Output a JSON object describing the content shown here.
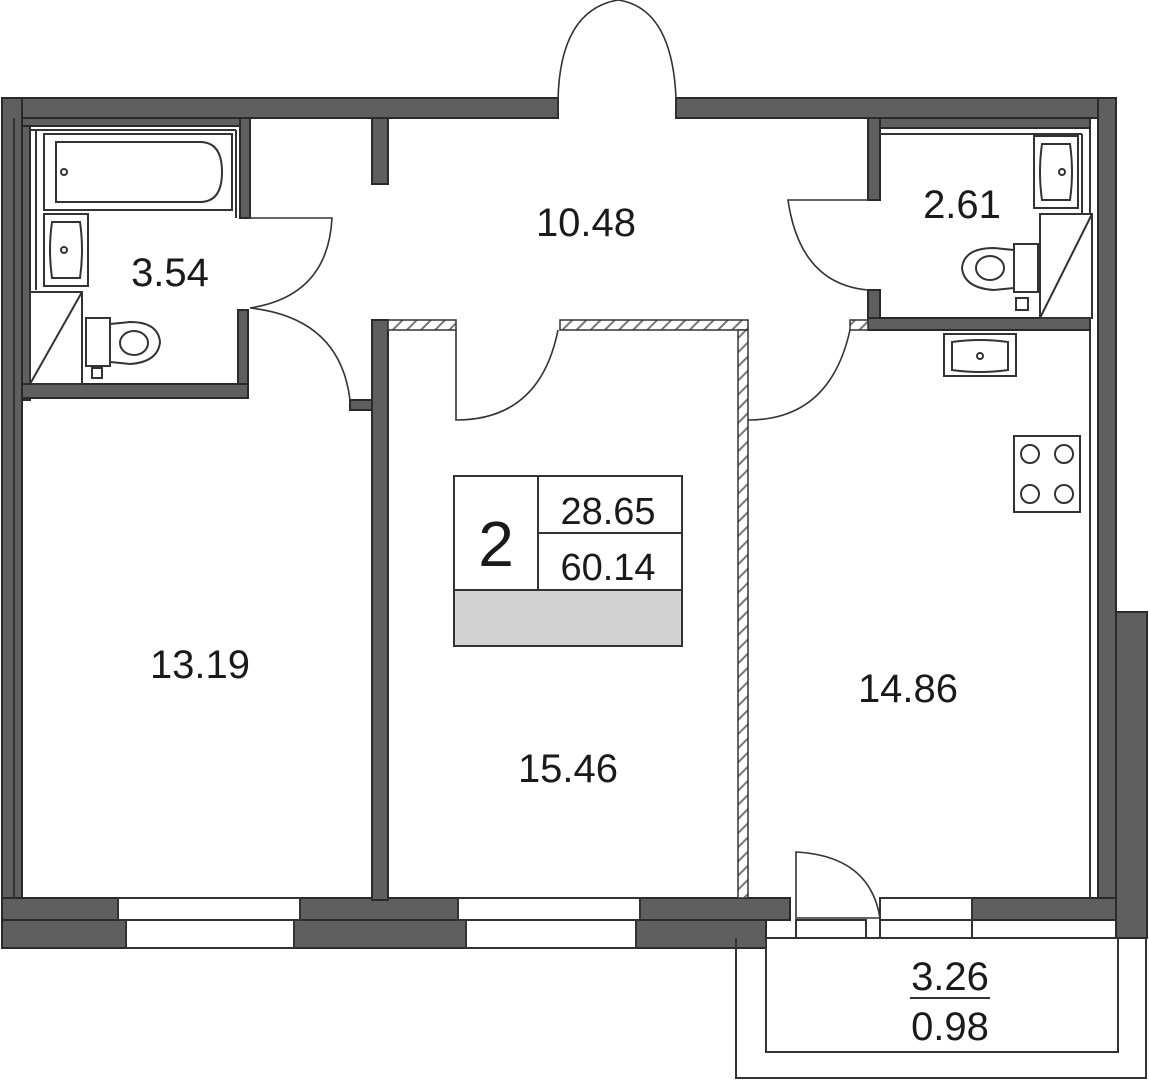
{
  "plan": {
    "rooms": [
      {
        "name": "bathroom",
        "area": "3.54"
      },
      {
        "name": "hallway",
        "area": "10.48"
      },
      {
        "name": "wc",
        "area": "2.61"
      },
      {
        "name": "bedroom-left",
        "area": "13.19"
      },
      {
        "name": "bedroom-center",
        "area": "15.46"
      },
      {
        "name": "kitchen-living",
        "area": "14.86"
      }
    ],
    "balcony": {
      "area_full": "3.26",
      "area_reduced": "0.98"
    },
    "summary": {
      "rooms_count": "2",
      "living_area": "28.65",
      "total_area": "60.14"
    },
    "colors": {
      "wall": "#5f5f5f",
      "line": "#333333",
      "summary_band": "#d3d3d3"
    }
  }
}
